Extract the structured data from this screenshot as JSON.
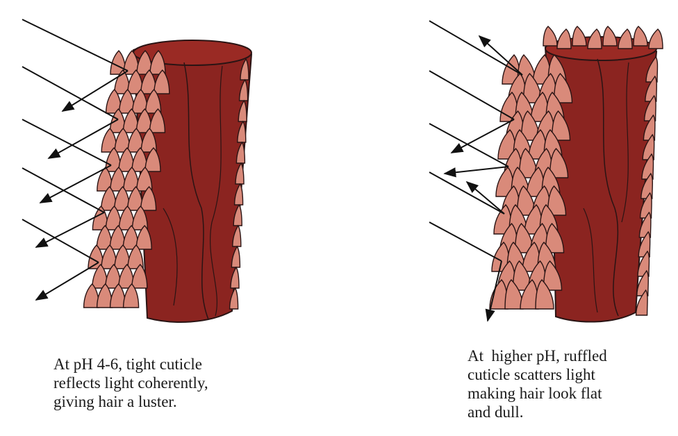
{
  "colors": {
    "cortex": "#8b2420",
    "cortex_dark": "#6e1a18",
    "cuticle": "#d98a7a",
    "cuticle_outline": "#2a1414",
    "ray": "#111111",
    "background": "#ffffff"
  },
  "panels": {
    "tight": {
      "caption_lines": [
        "At pH 4-6, tight cuticle",
        "reflects light coherently,",
        "giving hair a luster."
      ]
    },
    "ruffled": {
      "caption_lines": [
        "At  higher pH, ruffled",
        "cuticle scatters light",
        "making hair look flat",
        "and dull."
      ]
    }
  }
}
